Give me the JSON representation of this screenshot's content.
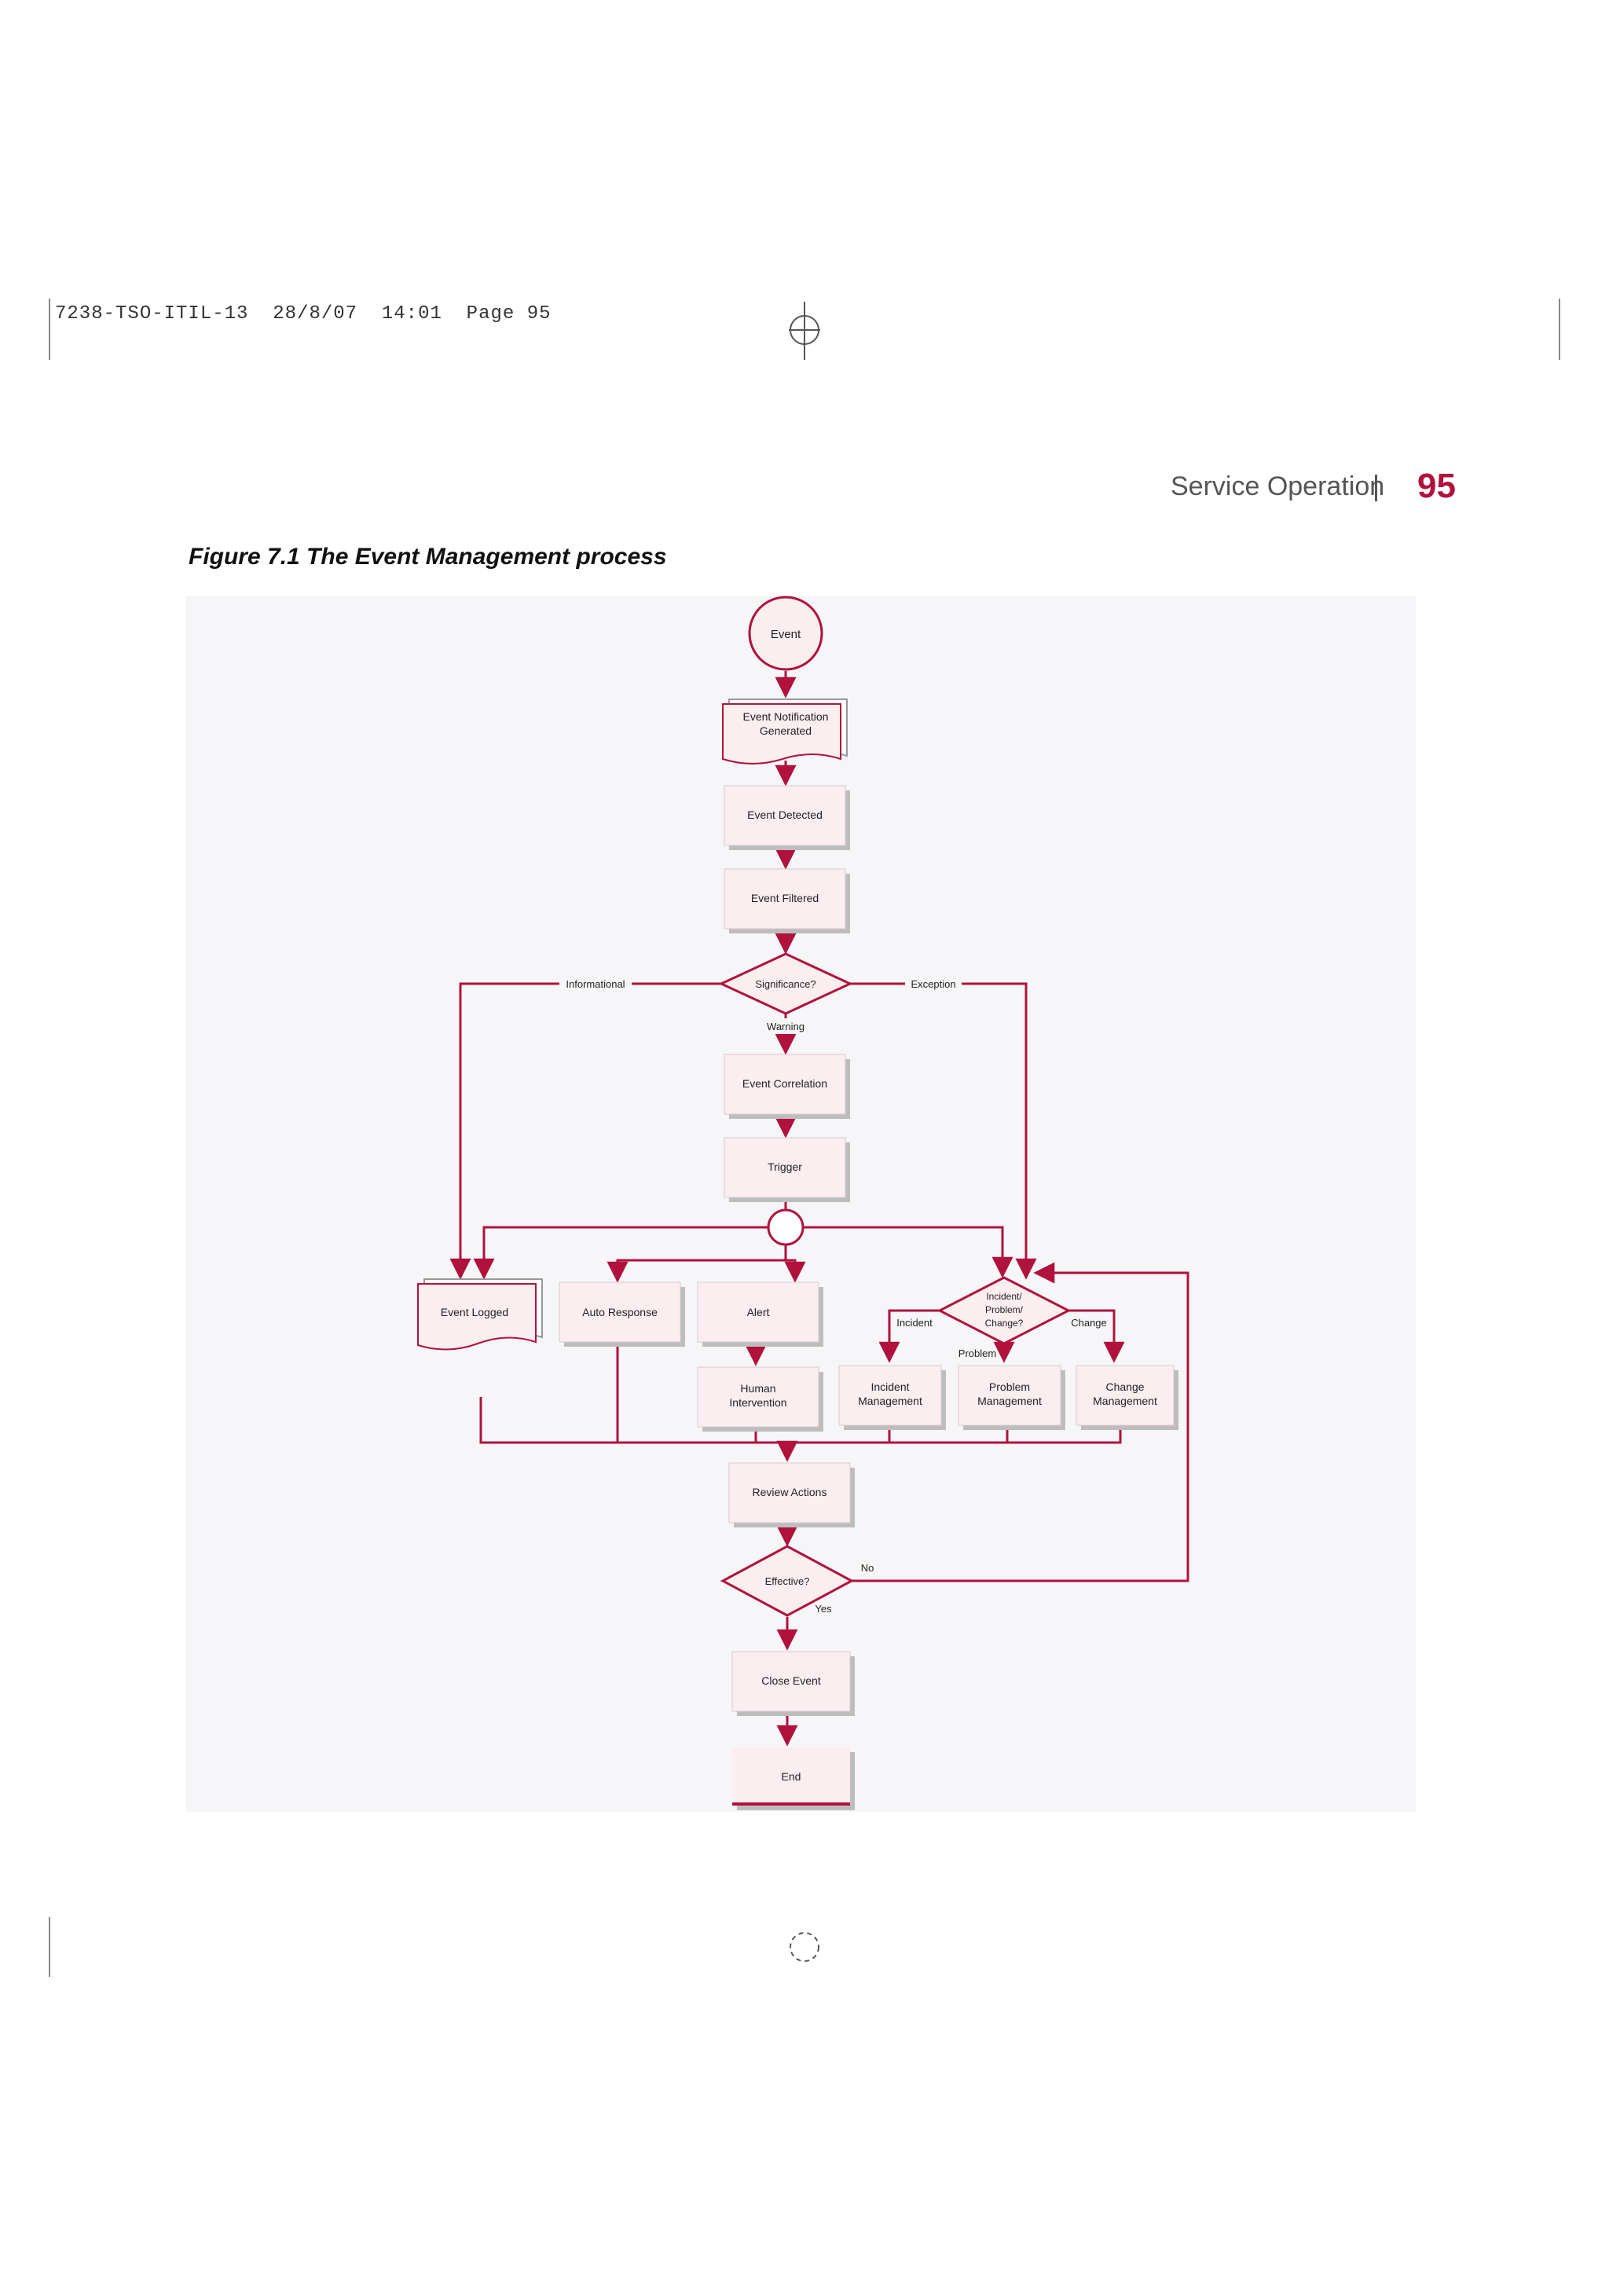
{
  "slug_line": "7238-TSO-ITIL-13  28/8/07  14:01  Page 95",
  "header": {
    "section": "Service Operation",
    "page_number": "95"
  },
  "figure": {
    "title": "Figure 7.1 The Event Management process",
    "nodes": {
      "event": "Event",
      "event_notification": [
        "Event Notification",
        "Generated"
      ],
      "event_detected": "Event Detected",
      "event_filtered": "Event Filtered",
      "significance": "Significance?",
      "event_correlation": "Event Correlation",
      "trigger": "Trigger",
      "event_logged": "Event Logged",
      "auto_response": "Auto Response",
      "alert": "Alert",
      "human_intervention": [
        "Human",
        "Intervention"
      ],
      "incident_problem_change": [
        "Incident/",
        "Problem/",
        "Change?"
      ],
      "incident_management": [
        "Incident",
        "Management"
      ],
      "problem_management": [
        "Problem",
        "Management"
      ],
      "change_management": [
        "Change",
        "Management"
      ],
      "review_actions": "Review Actions",
      "effective": "Effective?",
      "close_event": "Close Event",
      "end": "End"
    },
    "edge_labels": {
      "informational": "Informational",
      "exception": "Exception",
      "warning": "Warning",
      "incident": "Incident",
      "problem": "Problem",
      "change": "Change",
      "no": "No",
      "yes": "Yes"
    },
    "colors": {
      "line": "#b0123d",
      "box_fill": "#fbeef0",
      "box_shadow": "#bdbdbd",
      "page_number": "#b0123d"
    }
  }
}
